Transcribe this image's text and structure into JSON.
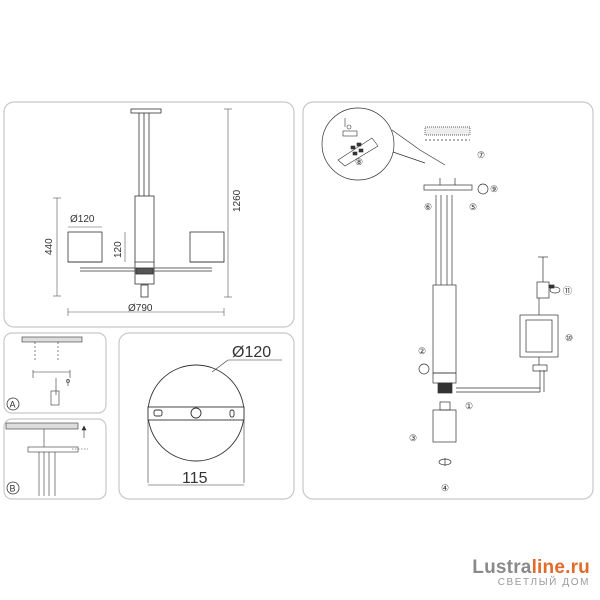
{
  "panel_overview": {
    "dim_shade_diameter": "Ø120",
    "dim_shade_height": "120",
    "dim_body_height": "440",
    "dim_total_height": "1260",
    "dim_span": "Ø790"
  },
  "panel_a": {
    "label": "A"
  },
  "panel_b": {
    "label": "B"
  },
  "panel_canopy": {
    "dim_diameter": "Ø120",
    "dim_bracket": "115"
  },
  "panel_assembly": {
    "steps": [
      "①",
      "②",
      "③",
      "④",
      "⑤",
      "⑥",
      "⑦",
      "⑧",
      "⑨",
      "⑩",
      "⑪"
    ]
  },
  "watermark": {
    "brand_part1": "Lustra",
    "brand_part2": "line.ru",
    "tagline": "СВЕТЛЫЙ ДОМ"
  },
  "colors": {
    "panel_border": "#c8c8c8",
    "line": "#333333",
    "brand_grey": "#8a8a8a",
    "brand_orange": "#e36a2a"
  }
}
